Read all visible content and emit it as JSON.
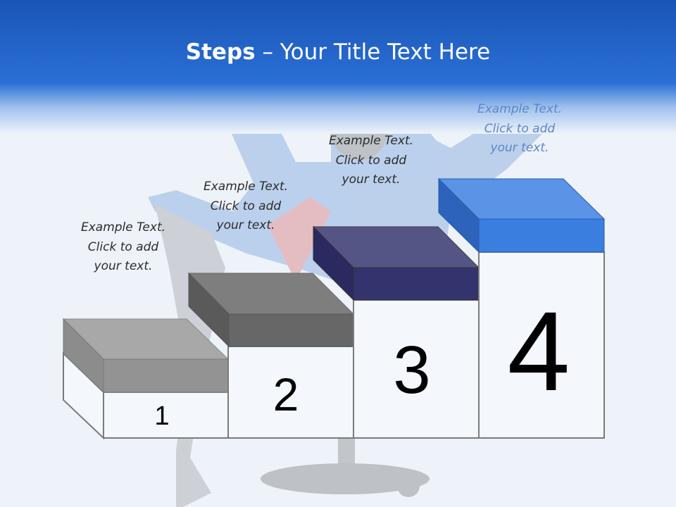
{
  "title": {
    "bold": "Steps",
    "rest": " – Your Title Text Here"
  },
  "colors": {
    "header": "#1d5cbf",
    "step1": "#8c8c8c",
    "step2": "#595959",
    "step3": "#2e2e6e",
    "step4": "#3a7fe0"
  },
  "steps": [
    {
      "number": "1",
      "caption": [
        "Example Text.",
        "Click  to add",
        "your text."
      ]
    },
    {
      "number": "2",
      "caption": [
        "Example Text.",
        "Click  to add",
        "your text."
      ]
    },
    {
      "number": "3",
      "caption": [
        "Example Text.",
        "Click  to add",
        "your text."
      ]
    },
    {
      "number": "4",
      "caption": [
        "Example Text.",
        "Click  to add",
        "your text."
      ]
    }
  ]
}
